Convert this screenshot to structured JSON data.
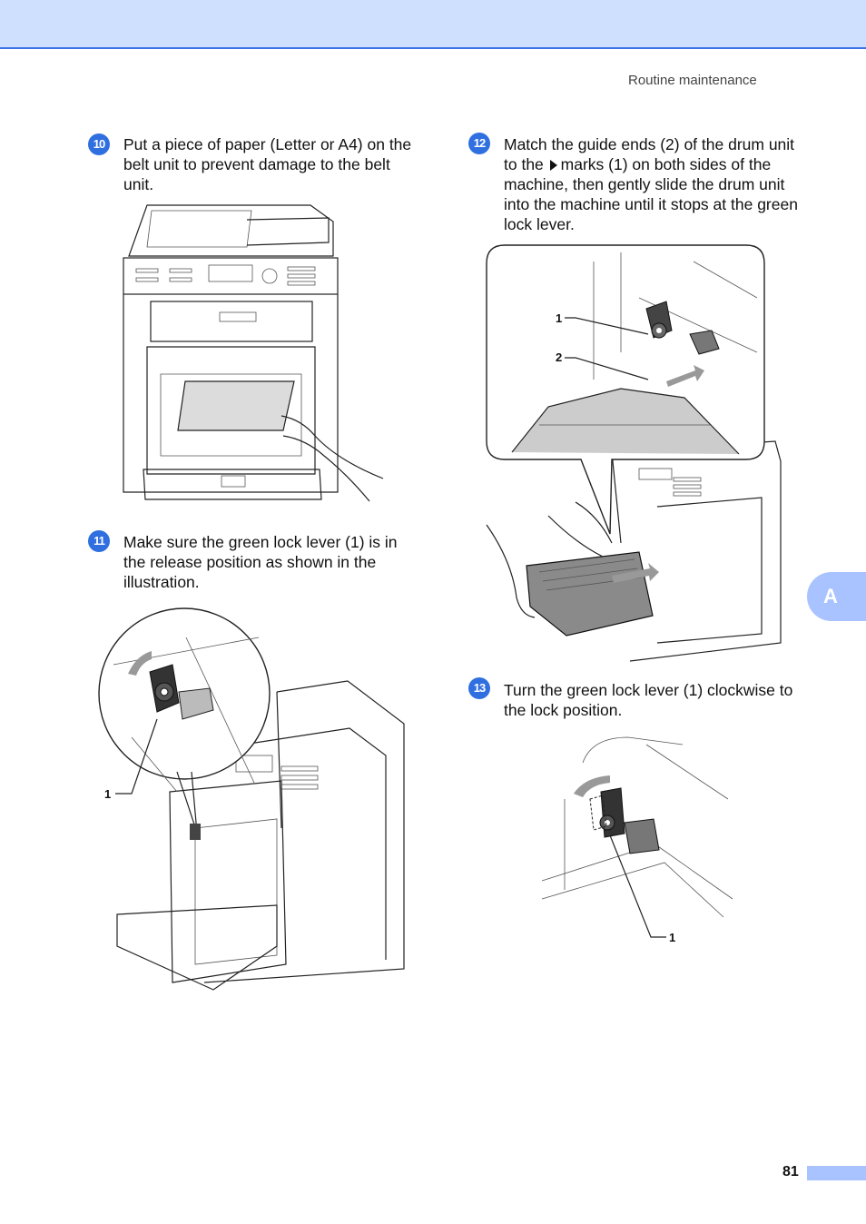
{
  "header": {
    "section_title": "Routine maintenance"
  },
  "steps": [
    {
      "num": "10",
      "text": "Put a piece of paper (Letter or A4) on the belt unit to prevent damage to the belt unit."
    },
    {
      "num": "11",
      "text": "Make sure the green lock lever (1) is in the release position as shown in the illustration."
    },
    {
      "num": "12",
      "text_before": "Match the guide ends (2) of the drum unit to the",
      "text_after": "marks (1) on both sides of the machine, then gently slide the drum unit into the machine until it stops at the green lock lever."
    },
    {
      "num": "13",
      "text": "Turn the green lock lever (1) clockwise to the lock position."
    }
  ],
  "callouts": {
    "fig11": [
      "1"
    ],
    "fig12": [
      "1",
      "2"
    ],
    "fig13": [
      "1"
    ]
  },
  "side_tab": {
    "label": "A"
  },
  "footer": {
    "page_number": "81"
  },
  "colors": {
    "header_band": "#cfe0ff",
    "header_line": "#3b73e6",
    "step_badge": "#2f6fe0",
    "tab": "#a8c3ff"
  }
}
